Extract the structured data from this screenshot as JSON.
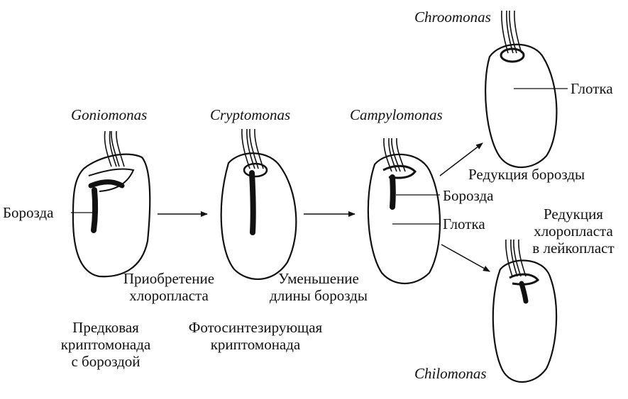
{
  "organisms": {
    "goniomonas": "Goniomonas",
    "cryptomonas": "Cryptomonas",
    "campylomonas": "Campylomonas",
    "chroomonas": "Chroomonas",
    "chilomonas": "Chilomonas"
  },
  "structures": {
    "furrow_left": "Борозда",
    "furrow_mid": "Борозда",
    "gullet_mid": "Глотка",
    "gullet_top": "Глотка"
  },
  "transitions": {
    "t1_line1": "Приобретение",
    "t1_line2": "хлоропласта",
    "t2_line1": "Уменьшение",
    "t2_line2": "длины борозды",
    "t3": "Редукция борозды",
    "t4_line1": "Редукция",
    "t4_line2": "хлоропласта",
    "t4_line3": "в лейкопласт"
  },
  "captions": {
    "ancestral_line1": "Предковая",
    "ancestral_line2": "криптомонада",
    "ancestral_line3": "с бороздой",
    "photo_line1": "Фотосинтезирующая",
    "photo_line2": "криптомонада"
  }
}
